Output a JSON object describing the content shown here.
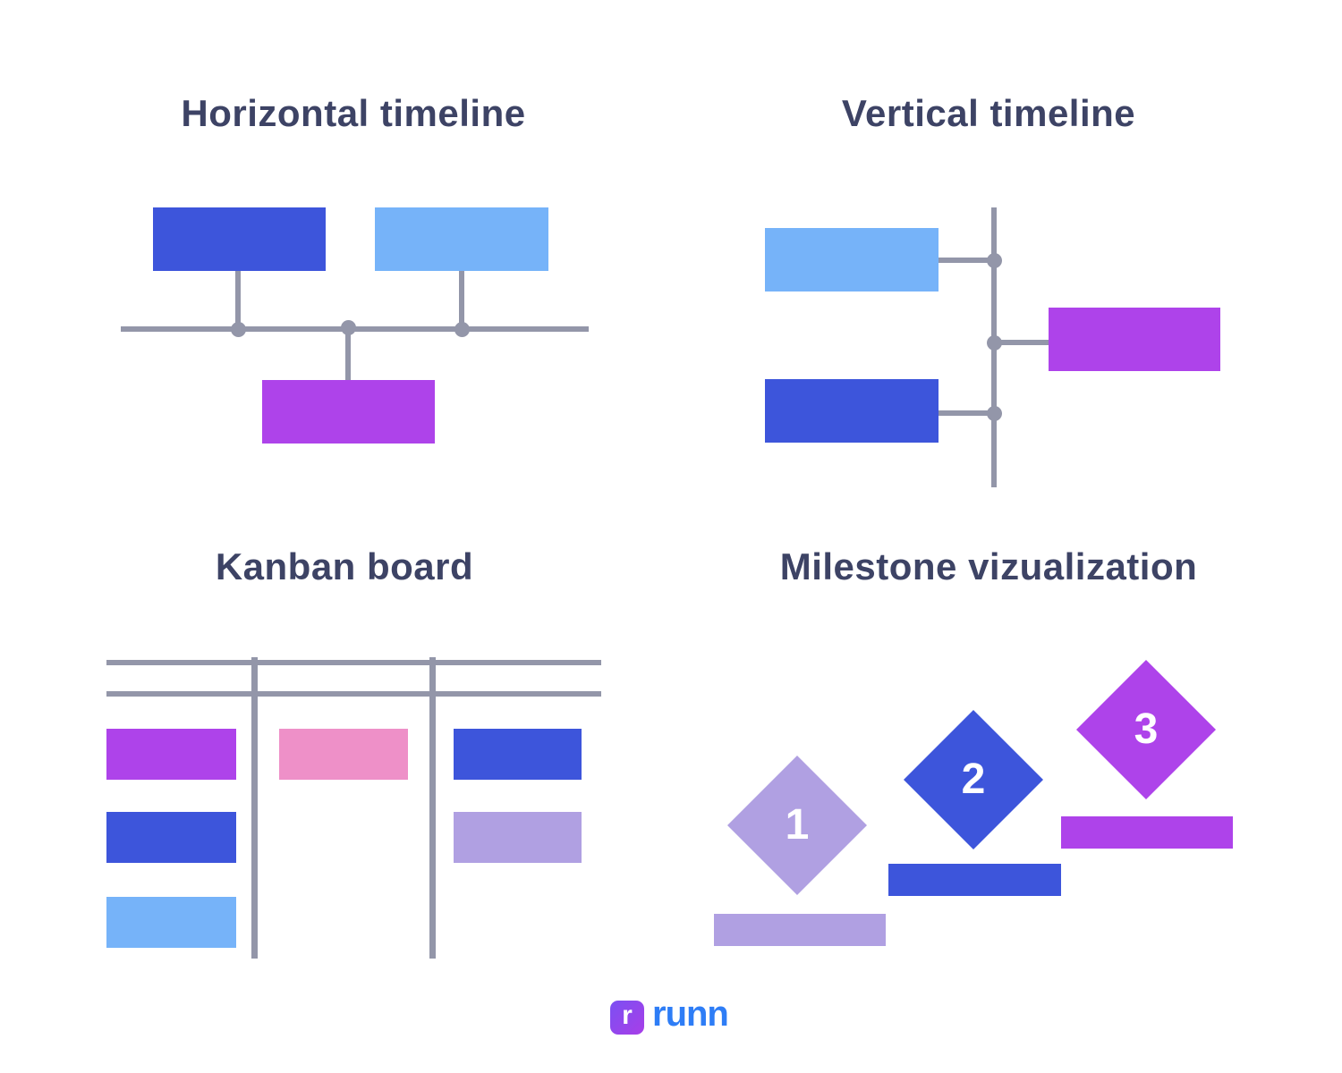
{
  "palette": {
    "blue": "#3D55DB",
    "light_blue": "#76B3F9",
    "purple": "#AE43EA",
    "pink": "#EE90C8",
    "lavender": "#B0A0E2",
    "line_gray": "#9396A9",
    "title_navy": "#3D4365",
    "logo_blue": "#2E7DF6",
    "milestone_number_white": "#FFFFFF"
  },
  "sections": {
    "horizontal_timeline": {
      "title": "Horizontal timeline",
      "bars": [
        {
          "id": "top-left",
          "color": "blue"
        },
        {
          "id": "top-right",
          "color": "light_blue"
        },
        {
          "id": "bottom-center",
          "color": "purple"
        }
      ]
    },
    "vertical_timeline": {
      "title": "Vertical timeline",
      "bars": [
        {
          "id": "left-top",
          "color": "light_blue"
        },
        {
          "id": "right-middle",
          "color": "purple"
        },
        {
          "id": "left-bottom",
          "color": "blue"
        }
      ]
    },
    "kanban": {
      "title": "Kanban board",
      "columns": [
        {
          "id": "column-1",
          "cards": [
            {
              "color": "purple"
            },
            {
              "color": "blue"
            },
            {
              "color": "light_blue"
            }
          ]
        },
        {
          "id": "column-2",
          "cards": [
            {
              "color": "pink"
            }
          ]
        },
        {
          "id": "column-3",
          "cards": [
            {
              "color": "blue"
            },
            {
              "color": "lavender"
            }
          ]
        }
      ]
    },
    "milestones": {
      "title": "Milestone vizualization",
      "items": [
        {
          "label": "1",
          "color": "lavender"
        },
        {
          "label": "2",
          "color": "blue"
        },
        {
          "label": "3",
          "color": "purple"
        }
      ]
    }
  },
  "footer": {
    "logo_text": "runn",
    "logo_glyph": "r",
    "logo_gradient_start": "#7B50F2",
    "logo_gradient_end": "#A83EE8"
  }
}
